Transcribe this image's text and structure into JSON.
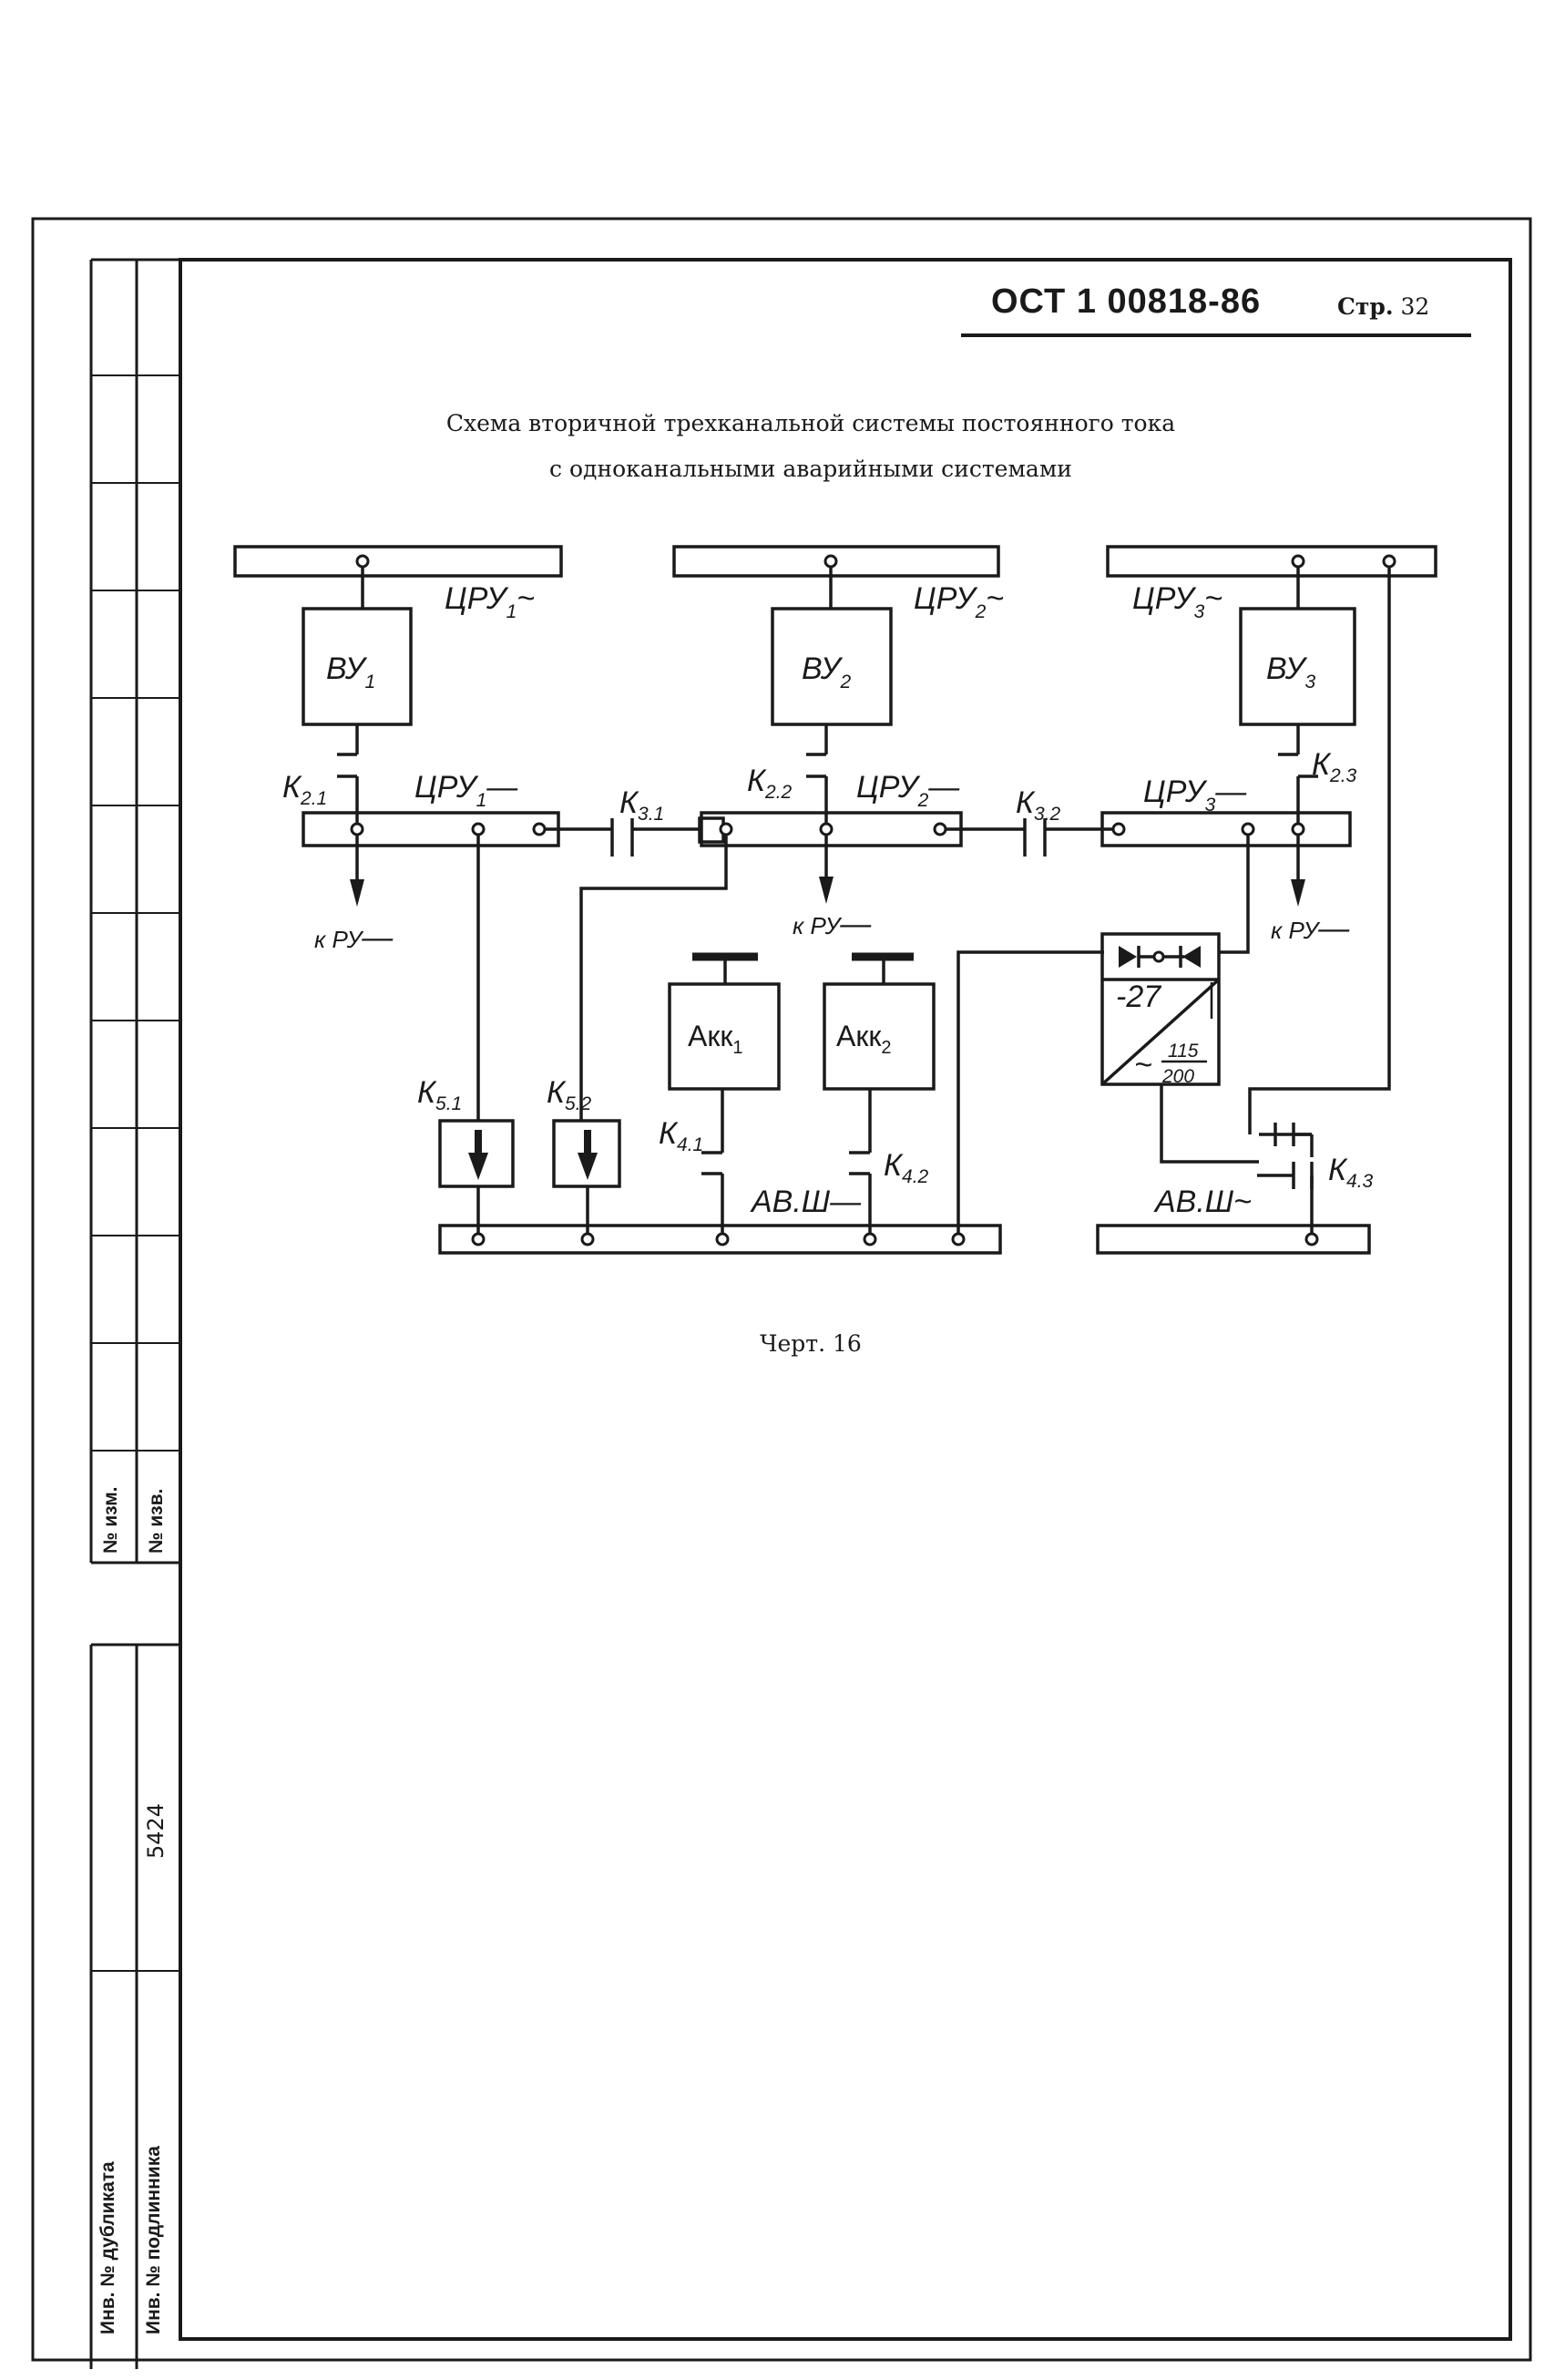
{
  "header": {
    "doc_code": "ОСТ 1 00818-86",
    "page_label": "Стр.",
    "page_number": "32"
  },
  "title": {
    "line1": "Схема вторичной трехканальной системы постоянного тока",
    "line2": "с одноканальными аварийными системами"
  },
  "caption": "Черт. 16",
  "side_strip": {
    "change_no": "№ изм.",
    "notice_no": "№ изв.",
    "dup_inv": "Инв. № дубликата",
    "orig_inv": "Инв. № подлинника",
    "orig_inv_value": "5424"
  },
  "diagram": {
    "bus_ac": [
      "ЦРУ",
      "ЦРУ",
      "ЦРУ"
    ],
    "bus_ac_sub": [
      "1",
      "2",
      "3"
    ],
    "bus_ac_suffix": "~",
    "rectifier": "ВУ",
    "rectifier_sub": [
      "1",
      "2",
      "3"
    ],
    "bus_dc": "ЦРУ",
    "bus_dc_suffix": "—",
    "to_ru": "к РУ",
    "to_ru_suffix": "—",
    "contactor": "К",
    "contactor_subs": {
      "k21": "2.1",
      "k22": "2.2",
      "k23": "2.3",
      "k31": "3.1",
      "k32": "3.2",
      "k41": "4.1",
      "k42": "4.2",
      "k43": "4.3",
      "k51": "5.1",
      "k52": "5.2"
    },
    "battery": "Акк",
    "battery_sub": [
      "1",
      "2"
    ],
    "converter_in": "-27",
    "converter_out_num": "115",
    "converter_out_den": "200",
    "converter_tilde": "~",
    "emerg_dc": "АВ.Ш",
    "emerg_dc_suffix": "—",
    "emerg_ac": "АВ.Ш",
    "emerg_ac_suffix": "~"
  }
}
